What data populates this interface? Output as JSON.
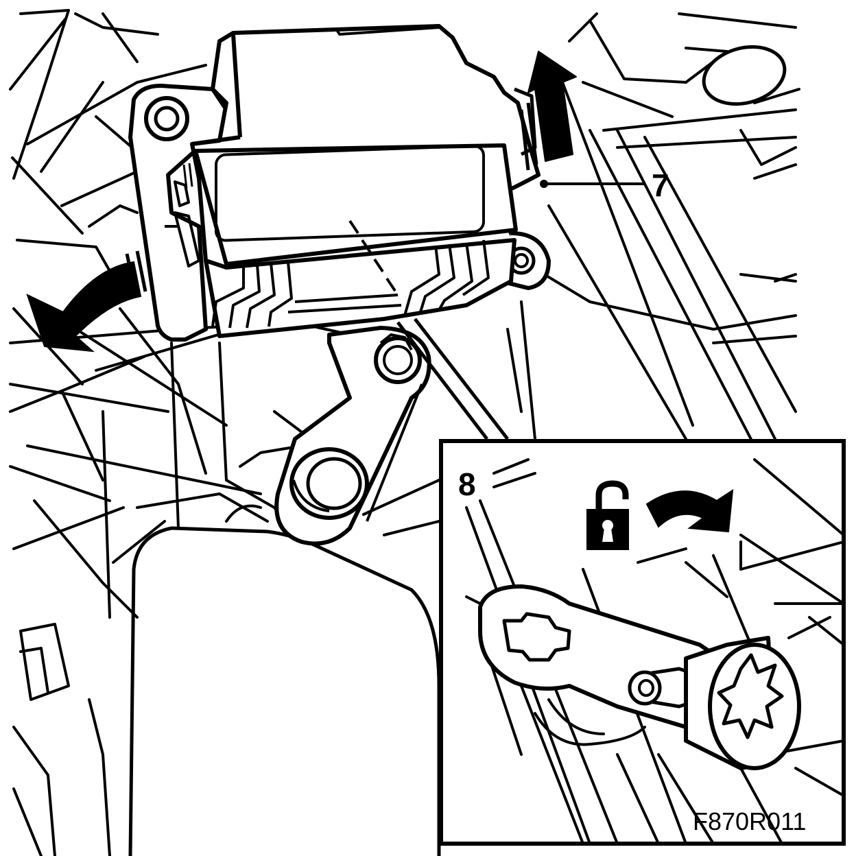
{
  "figure": {
    "callout_main": "7",
    "callout_inset": "8",
    "figure_id": "F870R011"
  },
  "icons": {
    "open_padlock": "open-padlock-icon",
    "rotate_arrow_main": "curved-arrow-left-icon",
    "rotate_arrow_inset": "curved-arrow-right-icon",
    "slide_arrow": "straight-arrow-up-icon"
  },
  "colors": {
    "ink": "#000000",
    "paper": "#ffffff"
  }
}
